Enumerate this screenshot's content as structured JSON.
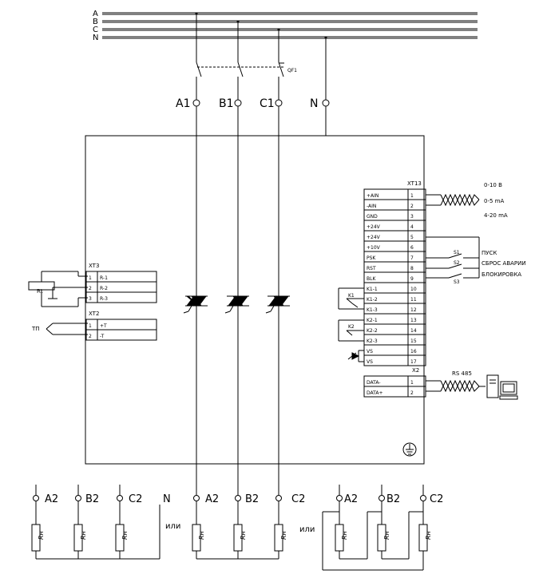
{
  "bus": {
    "lines": [
      "A",
      "B",
      "C",
      "N"
    ]
  },
  "breaker": {
    "label": "QF1"
  },
  "inputs": [
    "A1",
    "B1",
    "C1",
    "N"
  ],
  "xt13": {
    "title": "XT13",
    "rows": [
      {
        "name": "+AIN",
        "num": "1"
      },
      {
        "name": "-AIN",
        "num": "2"
      },
      {
        "name": "GND",
        "num": "3"
      },
      {
        "name": "+24V",
        "num": "4"
      },
      {
        "name": "+24V",
        "num": "5"
      },
      {
        "name": "+10V",
        "num": "6"
      },
      {
        "name": "PSK",
        "num": "7"
      },
      {
        "name": "RST",
        "num": "8"
      },
      {
        "name": "BLK",
        "num": "9"
      },
      {
        "name": "K1-1",
        "num": "10"
      },
      {
        "name": "K1-2",
        "num": "11"
      },
      {
        "name": "K1-3",
        "num": "12"
      },
      {
        "name": "K2-1",
        "num": "13"
      },
      {
        "name": "K2-2",
        "num": "14"
      },
      {
        "name": "K2-3",
        "num": "15"
      },
      {
        "name": "VS",
        "num": "16"
      },
      {
        "name": "VS",
        "num": "17"
      }
    ],
    "analog": [
      "0-10 В",
      "0-5 mA",
      "4-20 mA"
    ],
    "controls": [
      "ПУСК",
      "СБРОС АВАРИИ",
      "БЛОКИРОВКА"
    ],
    "switches": [
      "S1",
      "S2",
      "S3"
    ],
    "relays": [
      "K1",
      "K2"
    ]
  },
  "x2": {
    "title": "X2",
    "rows": [
      {
        "name": "DATA-",
        "num": "1"
      },
      {
        "name": "DATA+",
        "num": "2"
      }
    ],
    "bus_label": "RS 485"
  },
  "xt3": {
    "title": "XT3",
    "rows": [
      {
        "num": "1",
        "name": "R-1"
      },
      {
        "num": "2",
        "name": "R-2"
      },
      {
        "num": "3",
        "name": "R-3"
      }
    ],
    "sensor": "Rt"
  },
  "xt2": {
    "title": "XT2",
    "rows": [
      {
        "num": "1",
        "name": "+T"
      },
      {
        "num": "2",
        "name": "-T"
      }
    ],
    "sensor": "ТП"
  },
  "loads": {
    "phases": [
      "A2",
      "B2",
      "C2"
    ],
    "neutral": "N",
    "resistor": "Rн",
    "or_word": "или"
  }
}
